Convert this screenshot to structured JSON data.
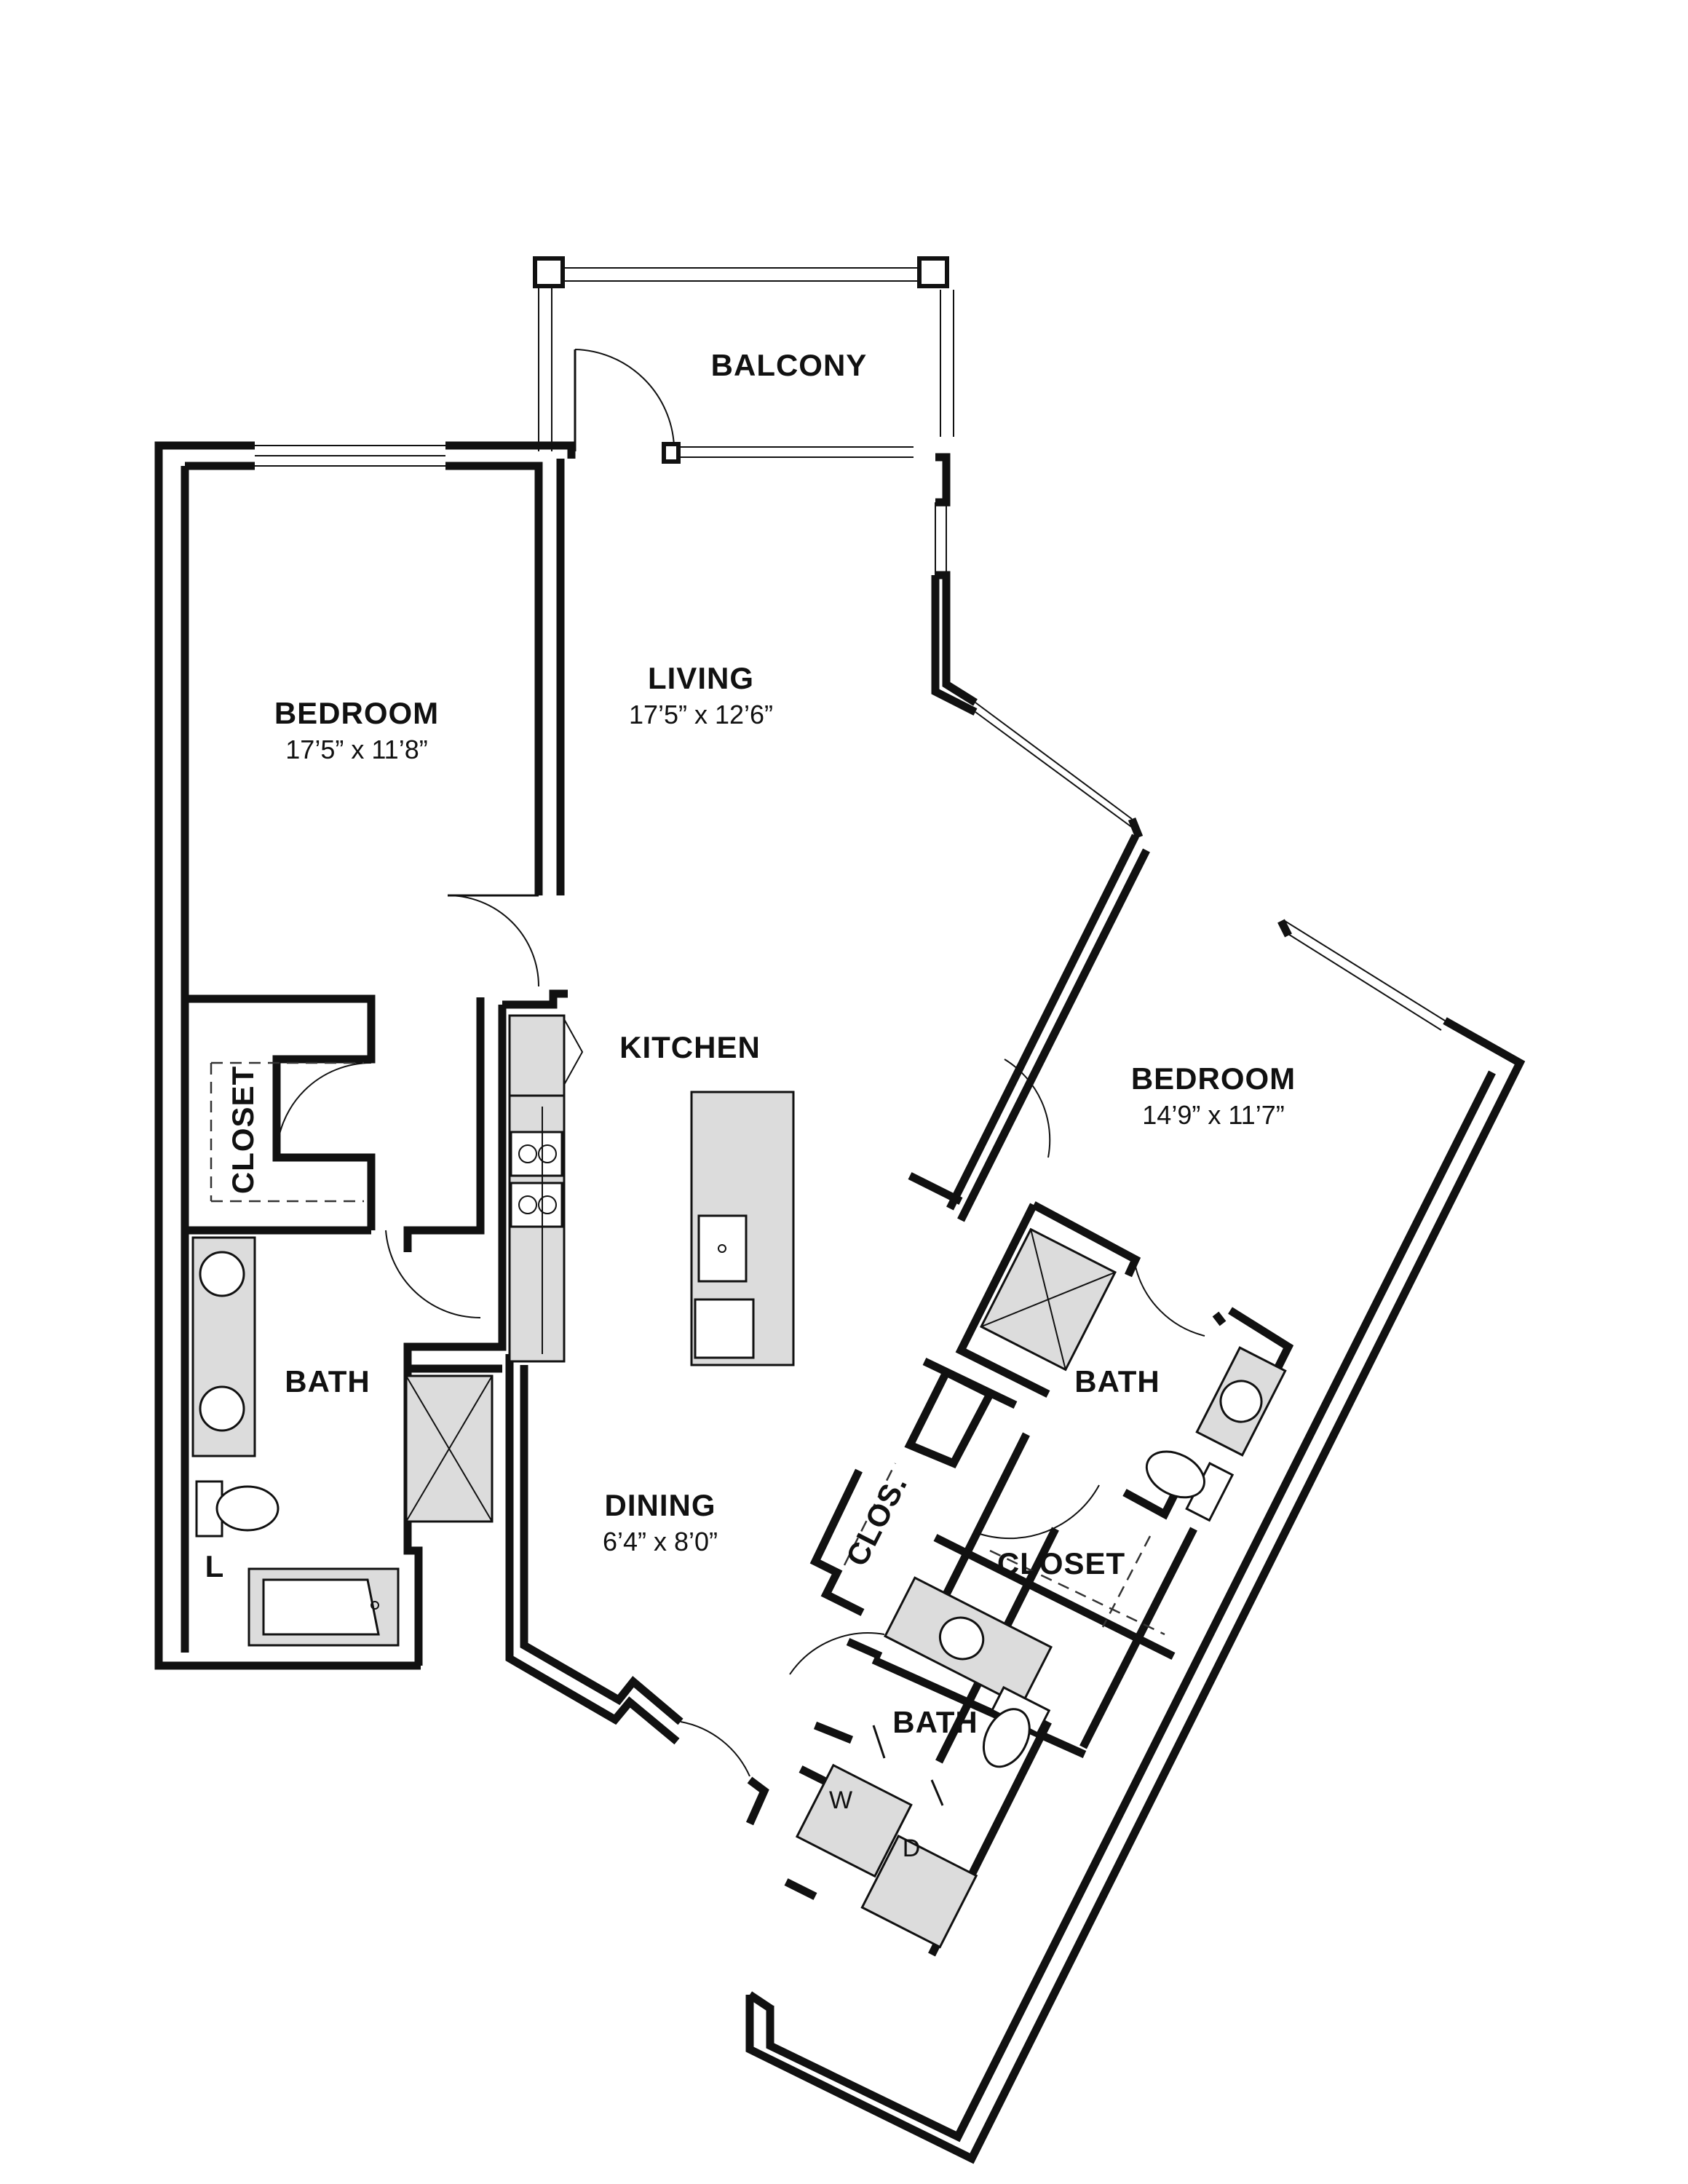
{
  "rooms": {
    "balcony": {
      "label": "BALCONY"
    },
    "living": {
      "label": "LIVING",
      "size": "17’5” x 12’6”"
    },
    "bedroom_1": {
      "label": "BEDROOM",
      "size": "17’5” x 11’8”"
    },
    "bedroom_2": {
      "label": "BEDROOM",
      "size": "14’9” x 11’7”"
    },
    "kitchen": {
      "label": "KITCHEN"
    },
    "dining": {
      "label": "DINING",
      "size": "6’4” x 8’0”"
    },
    "closet_1": {
      "label": "CLOSET"
    },
    "closet_2": {
      "label": "CLOSET"
    },
    "clos": {
      "label": "CLOS."
    },
    "bath_1": {
      "label": "BATH"
    },
    "bath_2": {
      "label": "BATH"
    },
    "bath_3": {
      "label": "BATH"
    }
  },
  "appliances": {
    "washer": "W",
    "dryer": "D",
    "linen": "L"
  }
}
